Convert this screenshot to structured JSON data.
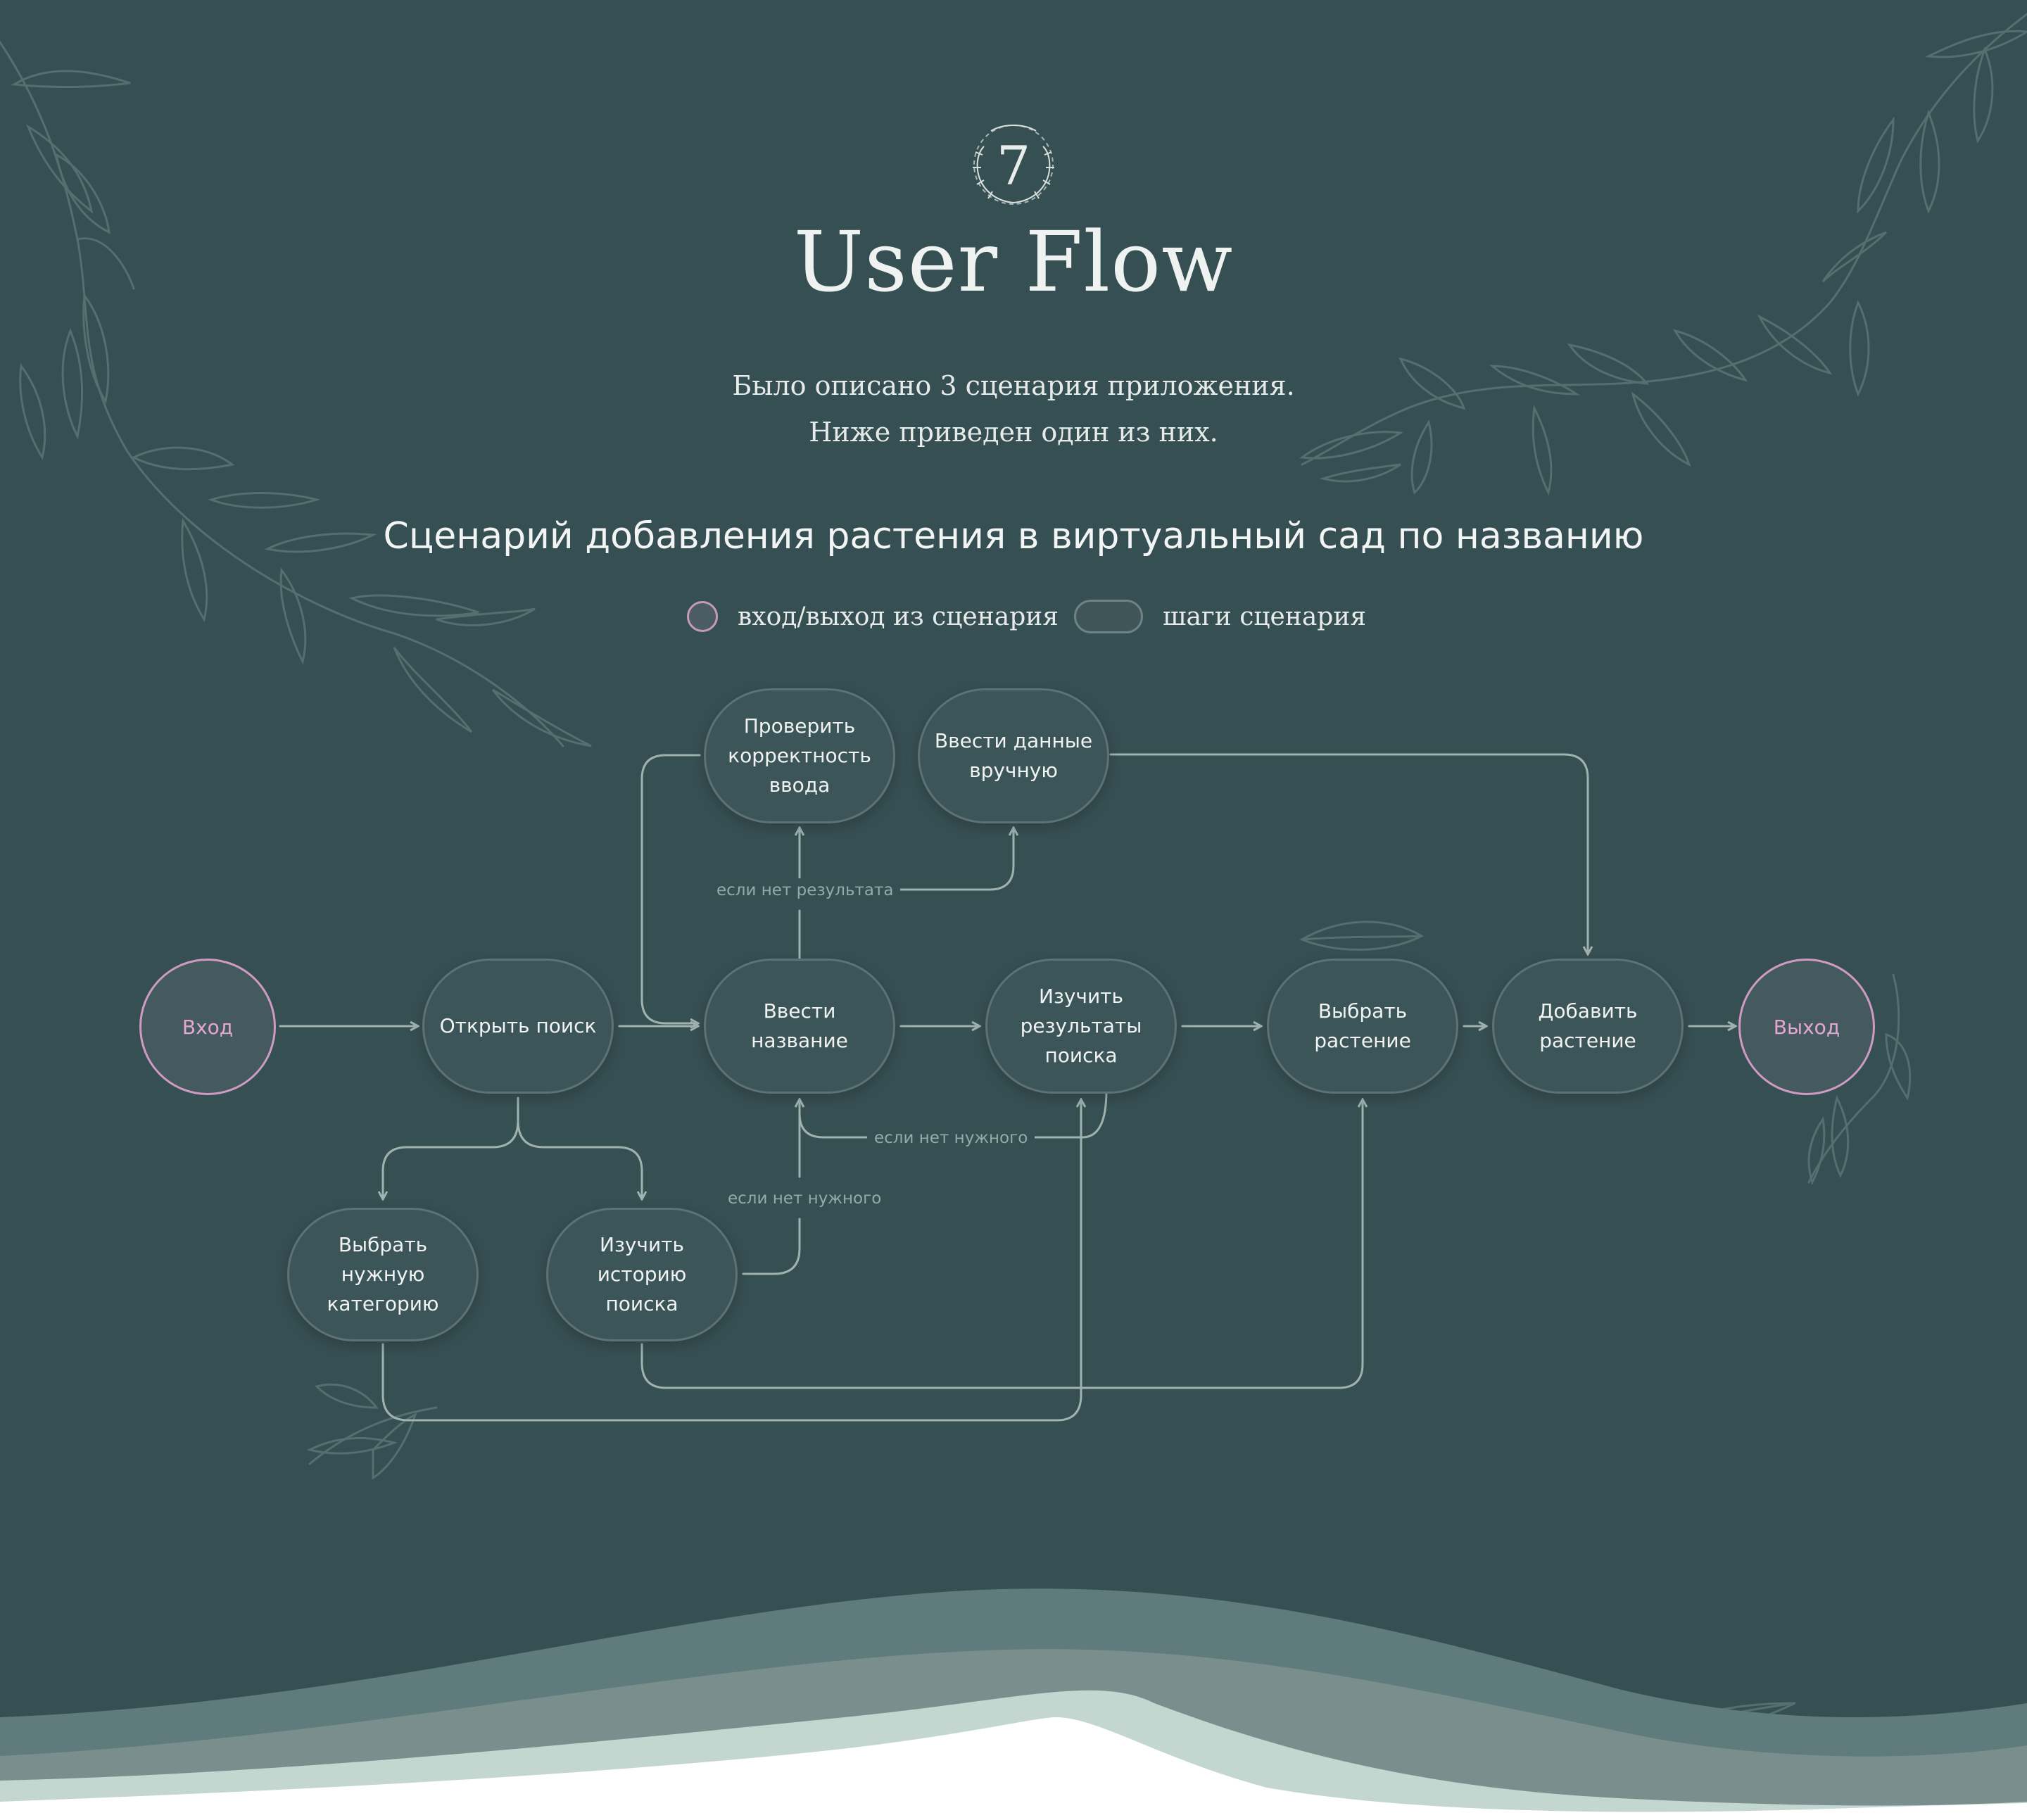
{
  "header": {
    "section_number": "7",
    "title": "User Flow",
    "intro_lines": [
      "Было описано 3 сценария приложения.",
      "Ниже приведен один из них."
    ]
  },
  "scenario": {
    "title": "Сценарий добавления растения в виртуальный сад по названию",
    "legend": {
      "terminal_label": "вход/выход из сценария",
      "step_label": "шаги сценария"
    }
  },
  "flow": {
    "entry": "Вход",
    "exit": "Выход",
    "steps": {
      "open_search": "Открыть поиск",
      "check_input": "Проверить\nкорректность\nввода",
      "manual_entry": "Ввести данные\nвручную",
      "enter_name": "Ввести\nназвание",
      "study_results": "Изучить\nрезультаты\nпоиска",
      "choose_plant": "Выбрать\nрастение",
      "add_plant": "Добавить\nрастение",
      "choose_category": "Выбрать\nнужную\nкатегорию",
      "study_history": "Изучить\nисторию\nпоиска"
    },
    "edge_labels": {
      "no_result": "если нет результата",
      "not_found_results": "если нет нужного",
      "not_found_history": "если нет нужного"
    }
  },
  "colors": {
    "background": "#364f52",
    "node_fill": "#3c5558",
    "node_border": "#5c7275",
    "terminal_border": "#cf9ac3",
    "terminal_text": "#e5a6d3",
    "connector": "#9fb2ae",
    "wave_light": "#c3d6cf"
  },
  "icons": [
    "wreath-icon",
    "leaf-branch-icon",
    "arrow-icon"
  ]
}
